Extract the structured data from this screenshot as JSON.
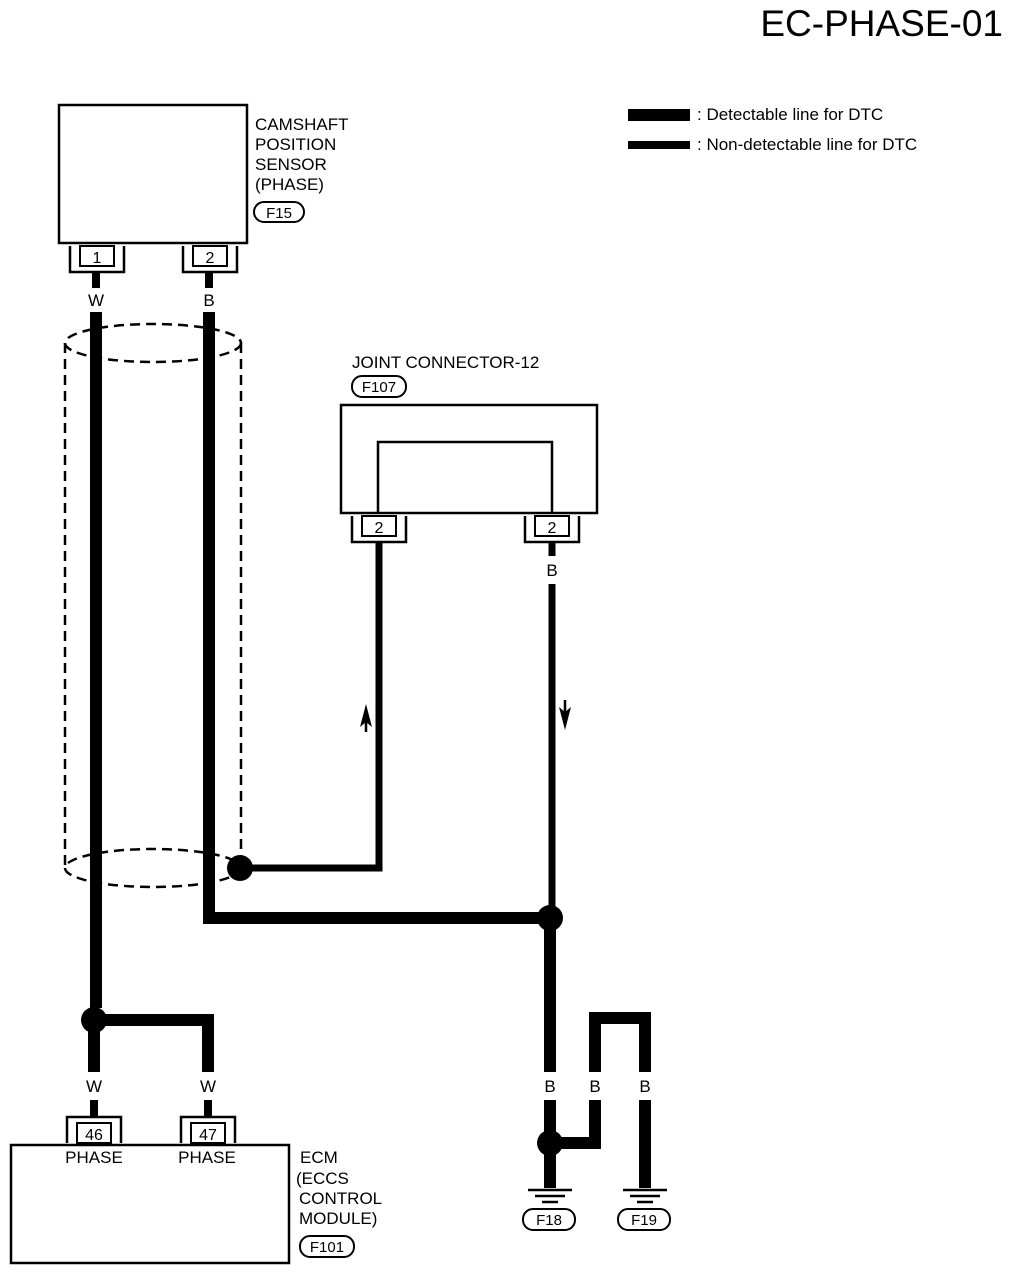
{
  "page_title": "EC-PHASE-01",
  "legend": {
    "detectable": ": Detectable line for DTC",
    "non_detectable": ": Non-detectable line for DTC"
  },
  "camshaft_sensor": {
    "label_lines": [
      "CAMSHAFT",
      "POSITION",
      "SENSOR",
      "(PHASE)"
    ],
    "connector_id": "F15",
    "pins": [
      "1",
      "2"
    ],
    "wire_colors": [
      "W",
      "B"
    ]
  },
  "joint_connector": {
    "label": "JOINT CONNECTOR-12",
    "connector_id": "F107",
    "pins": [
      "2",
      "2"
    ],
    "wire_color_right": "B"
  },
  "ecm": {
    "label_lines": [
      "ECM",
      "(ECCS",
      "CONTROL",
      "MODULE)"
    ],
    "connector_id": "F101",
    "pins": [
      "46",
      "47"
    ],
    "pin_labels": [
      "PHASE",
      "PHASE"
    ],
    "wire_colors": [
      "W",
      "W"
    ]
  },
  "grounds": {
    "wire_colors": [
      "B",
      "B",
      "B"
    ],
    "ids": [
      "F18",
      "F19"
    ]
  }
}
